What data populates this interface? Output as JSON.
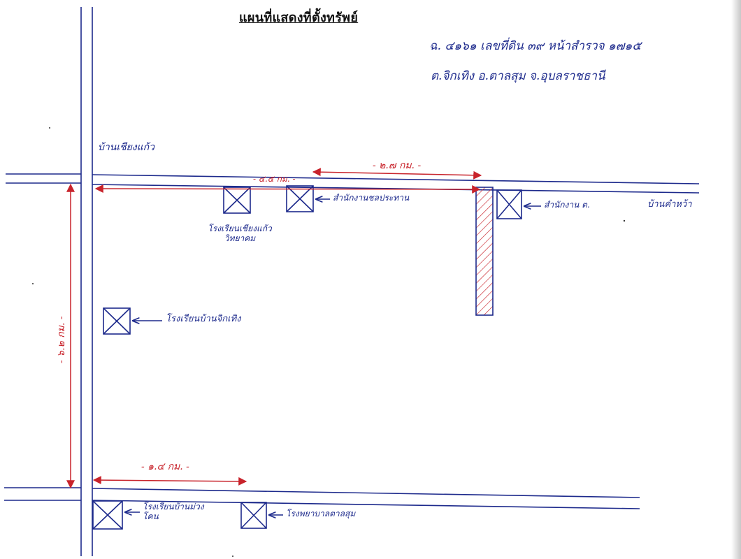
{
  "title": "แผนที่แสดงที่ตั้งทรัพย์",
  "deed": {
    "line1": "ฉ. ๔๑๖๑ เลขที่ดิน ๓๙ หน้าสำรวจ ๑๗๑๕",
    "line2": "ต.จิกเทิง อ.ตาลสุม จ.อุบลราชธานี"
  },
  "map": {
    "village_top_left": "บ้านเชียงแก้ว",
    "village_right": "บ้านคำหว้า",
    "landmarks": {
      "school_chiang_kaew": "โรงเรียนเชียงแก้ววิทยาคม",
      "irrigation_office": "สำนักงานชลประทาน",
      "subdistrict_office": "สำนักงาน ต.",
      "school_jik_thoeng": "โรงเรียนบ้านจิกเทิง",
      "school_bottom_left": "โรงเรียนบ้านม่วงโคน",
      "hospital": "โรงพยาบาลตาลสุม"
    },
    "distances": {
      "top_right": "- ๒.๗ กม. -",
      "top_left": "- ๔.๕ กม. -",
      "vertical": "- ๖.๒ กม. -",
      "bottom": "- ๑.๔ กม. -"
    }
  },
  "colors": {
    "ink_blue": "#1d2a8c",
    "ink_red": "#c8232b",
    "paper": "#ffffff"
  }
}
